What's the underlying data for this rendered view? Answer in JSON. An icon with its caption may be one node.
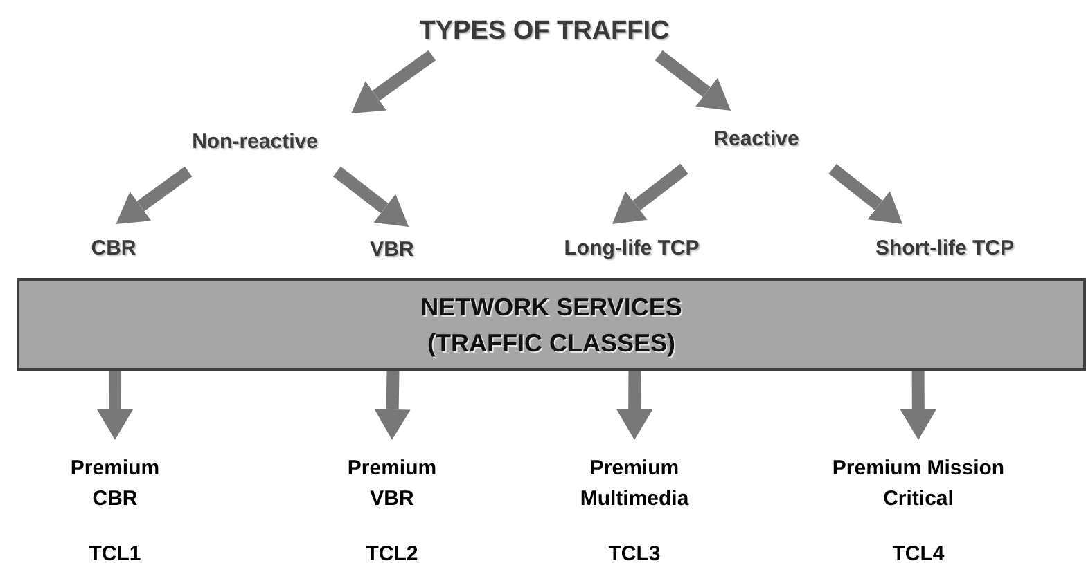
{
  "diagram": {
    "nodes": [
      {
        "text": [
          "TYPES OF TRAFFIC"
        ]
      },
      {
        "text": [
          "Non-reactive"
        ]
      },
      {
        "text": [
          "Reactive"
        ]
      },
      {
        "text": [
          "CBR"
        ]
      },
      {
        "text": [
          "VBR"
        ]
      },
      {
        "text": [
          "Long-life TCP"
        ]
      },
      {
        "text": [
          "Short-life TCP"
        ]
      },
      {
        "text": [
          "NETWORK SERVICES (TRAFFIC CLASSES)"
        ]
      },
      {
        "text": [
          "Premium CBR",
          "TCL1"
        ]
      },
      {
        "text": [
          "Premium VBR",
          "TCL2"
        ]
      },
      {
        "text": [
          "Premium Multimedia",
          "TCL3"
        ]
      },
      {
        "text": [
          "Premium Mission Critical",
          "TCL4"
        ]
      }
    ],
    "edges": [
      {
        "from": 0,
        "to": 1,
        "arrow": "to"
      },
      {
        "from": 0,
        "to": 2,
        "arrow": "to"
      },
      {
        "from": 1,
        "to": 3,
        "arrow": "to"
      },
      {
        "from": 1,
        "to": 4,
        "arrow": "to"
      },
      {
        "from": 2,
        "to": 5,
        "arrow": "to"
      },
      {
        "from": 2,
        "to": 6,
        "arrow": "to"
      },
      {
        "from": 7,
        "to": 8,
        "arrow": "to"
      },
      {
        "from": 7,
        "to": 9,
        "arrow": "to"
      },
      {
        "from": 7,
        "to": 10,
        "arrow": "to"
      },
      {
        "from": 7,
        "to": 11,
        "arrow": "to"
      }
    ]
  }
}
